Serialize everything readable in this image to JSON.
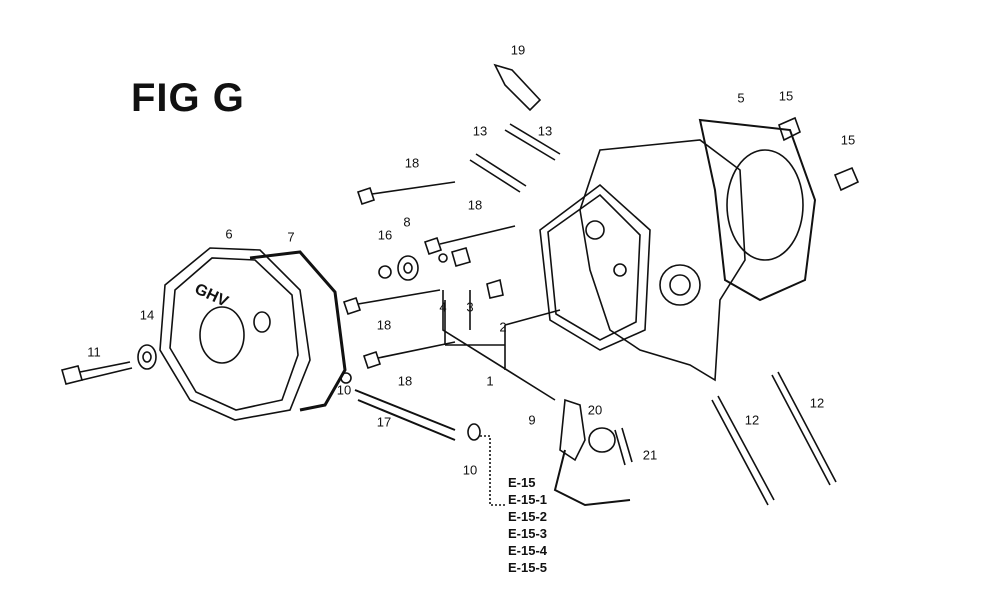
{
  "figure_title": "FIG G",
  "callouts": [
    {
      "part": "19"
    },
    {
      "part": "5"
    },
    {
      "part": "15"
    },
    {
      "part": "15"
    },
    {
      "part": "13"
    },
    {
      "part": "13"
    },
    {
      "part": "18"
    },
    {
      "part": "18"
    },
    {
      "part": "16"
    },
    {
      "part": "8"
    },
    {
      "part": "6"
    },
    {
      "part": "7"
    },
    {
      "part": "4"
    },
    {
      "part": "3"
    },
    {
      "part": "2"
    },
    {
      "part": "1"
    },
    {
      "part": "18"
    },
    {
      "part": "18"
    },
    {
      "part": "11"
    },
    {
      "part": "14"
    },
    {
      "part": "10"
    },
    {
      "part": "17"
    },
    {
      "part": "10"
    },
    {
      "part": "9"
    },
    {
      "part": "20"
    },
    {
      "part": "21"
    },
    {
      "part": "12"
    },
    {
      "part": "12"
    }
  ],
  "references": [
    "E-15",
    "E-15-1",
    "E-15-2",
    "E-15-3",
    "E-15-4",
    "E-15-5"
  ],
  "cover_logo": "GHV"
}
